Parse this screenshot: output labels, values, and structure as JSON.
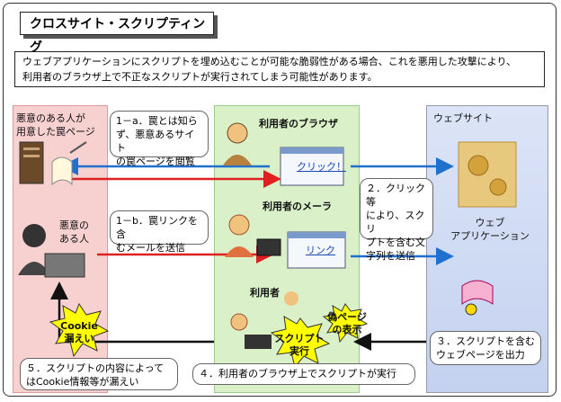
{
  "title": "クロスサイト・スクリプティング",
  "description_lines": [
    "ウェブアプリケーションにスクリプトを埋め込むことが可能な脆弱性がある場合、これを悪用した攻撃により、",
    "利用者のブラウザ上で不正なスクリプトが実行されてしまう可能性があります。"
  ],
  "trap_page_label": [
    "悪意のある人が",
    "用意した罠ページ"
  ],
  "attacker_label": [
    "悪意の",
    "ある人"
  ],
  "browser_label": "利用者のブラウザ",
  "mailer_label": "利用者のメーラ",
  "user_label": "利用者",
  "website_label": "ウェブサイト",
  "webapp_label": [
    "ウェブ",
    "アプリケーション"
  ],
  "click_link": "クリック！",
  "mail_link": "リンク",
  "step_1a": [
    "1－a．罠とは知ら",
    "ず、悪意あるサイト",
    "の罠ページを閲覧"
  ],
  "step_1b": [
    "1－b．罠リンクを含",
    "むメールを送信"
  ],
  "step_2": [
    "２．クリック等",
    "により、スクリ",
    "プトを含む文",
    "字列を送信"
  ],
  "step_3": [
    "３．スクリプトを含む",
    "ウェブページを出力"
  ],
  "step_4": "４．利用者のブラウザ上でスクリプトが実行",
  "step_5": [
    "５．スクリプトの内容によって",
    "はCookie情報等が漏えい"
  ],
  "star_cookie": [
    "Cookie",
    "漏えい"
  ],
  "star_script": [
    "スクリプト",
    "実行"
  ],
  "star_fake": [
    "偽ページ",
    "の表示"
  ],
  "colors": {
    "red_arrow": "#e02020",
    "blue_arrow": "#2070d0",
    "black_arrow": "#111111",
    "star": "#ffff00"
  }
}
